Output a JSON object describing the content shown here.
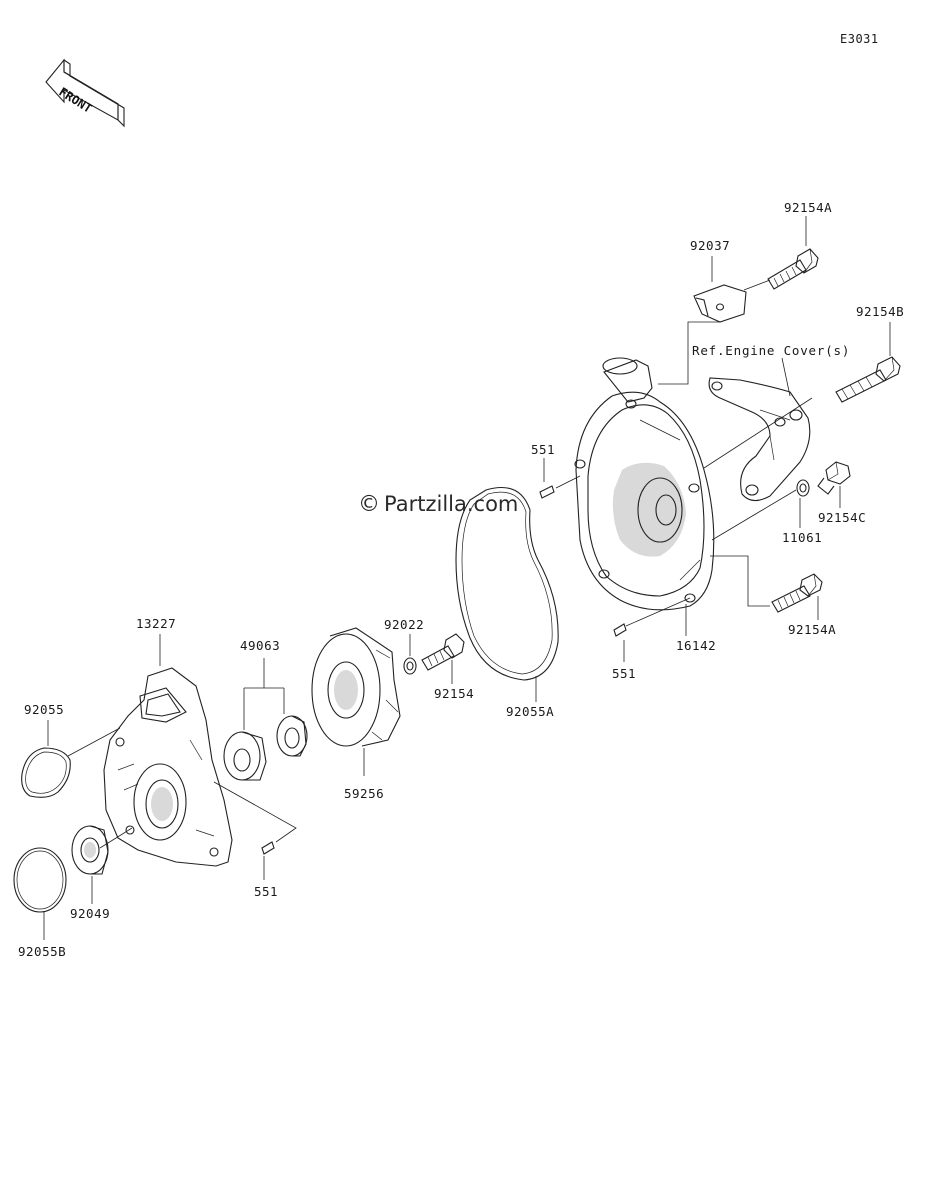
{
  "diagram_code": "E3031",
  "front_arrow_text": "FRONT",
  "watermark": {
    "symbol": "©",
    "text": "Partzilla.com"
  },
  "reference_note": "Ref.Engine Cover(s)",
  "parts": {
    "p92154A_top": "92154A",
    "p92037": "92037",
    "p92154B": "92154B",
    "p551_upper": "551",
    "p92154C": "92154C",
    "p11061": "11061",
    "p92154A_lower": "92154A",
    "p16142": "16142",
    "p551_right": "551",
    "p92022": "92022",
    "p92154": "92154",
    "p92055A": "92055A",
    "p49063": "49063",
    "p59256": "59256",
    "p13227": "13227",
    "p92055": "92055",
    "p92049": "92049",
    "p92055B": "92055B",
    "p551_lower": "551"
  }
}
